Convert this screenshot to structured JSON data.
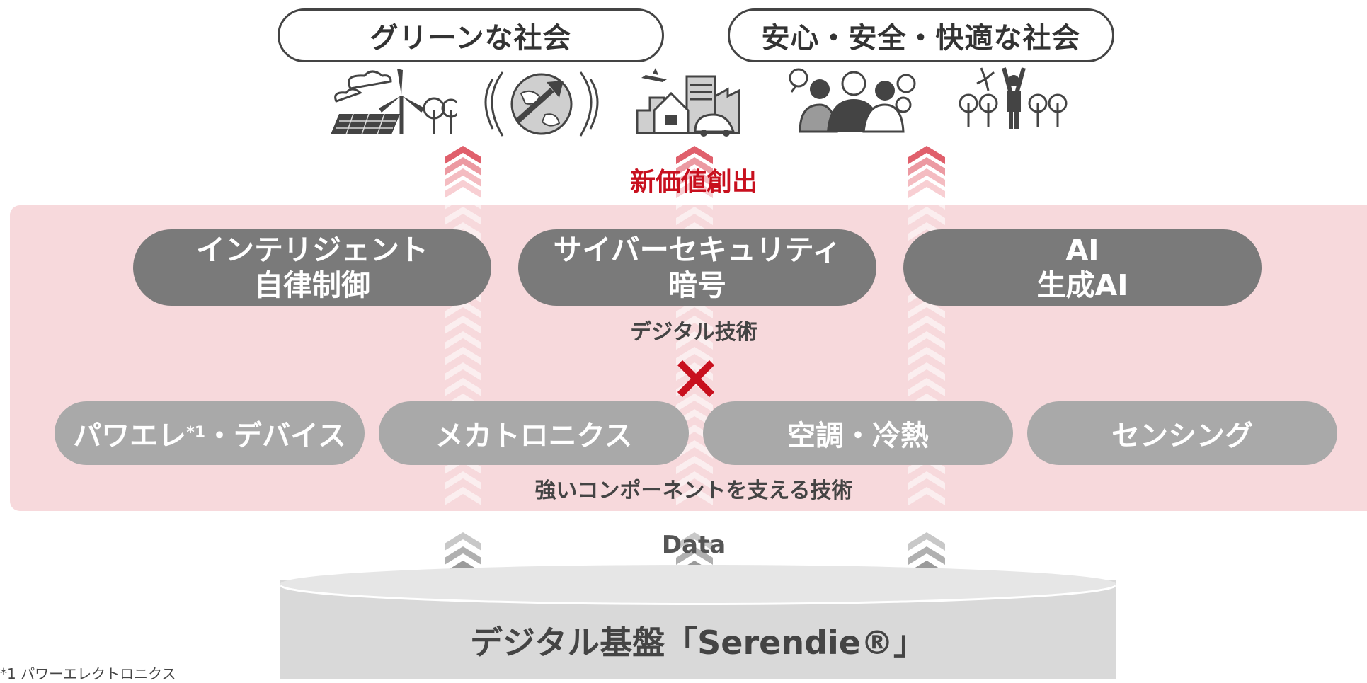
{
  "societies": {
    "green": "グリーンな社会",
    "safe": "安心・安全・快適な社会"
  },
  "new_value": "新価値創出",
  "digital_tech": {
    "items": [
      {
        "line1": "インテリジェント",
        "line2": "自律制御"
      },
      {
        "line1": "サイバーセキュリティ",
        "line2": "暗号"
      },
      {
        "line1": "AI",
        "line2": "生成AI"
      }
    ],
    "caption": "デジタル技術"
  },
  "components": {
    "items": [
      {
        "label": "パワエレ",
        "sup": "*1",
        "rest": "・デバイス"
      },
      {
        "label": "メカトロニクス"
      },
      {
        "label": "空調・冷熱"
      },
      {
        "label": "センシング"
      }
    ],
    "caption": "強いコンポーネントを支える技術"
  },
  "data_label": "Data",
  "platform": "デジタル基盤「Serendie®」",
  "footnote": "*1 パワーエレクトロニクス",
  "icons": [
    "solar-wind-icon",
    "globe-arrow-icon",
    "city-mobility-icon",
    "people-communication-icon",
    "trees-person-icon"
  ],
  "colors": {
    "accent_red": "#c8101e",
    "band_pink": "#f7d9dc",
    "dark_pill": "#7a7a7a",
    "light_pill": "#a9a9a9"
  }
}
